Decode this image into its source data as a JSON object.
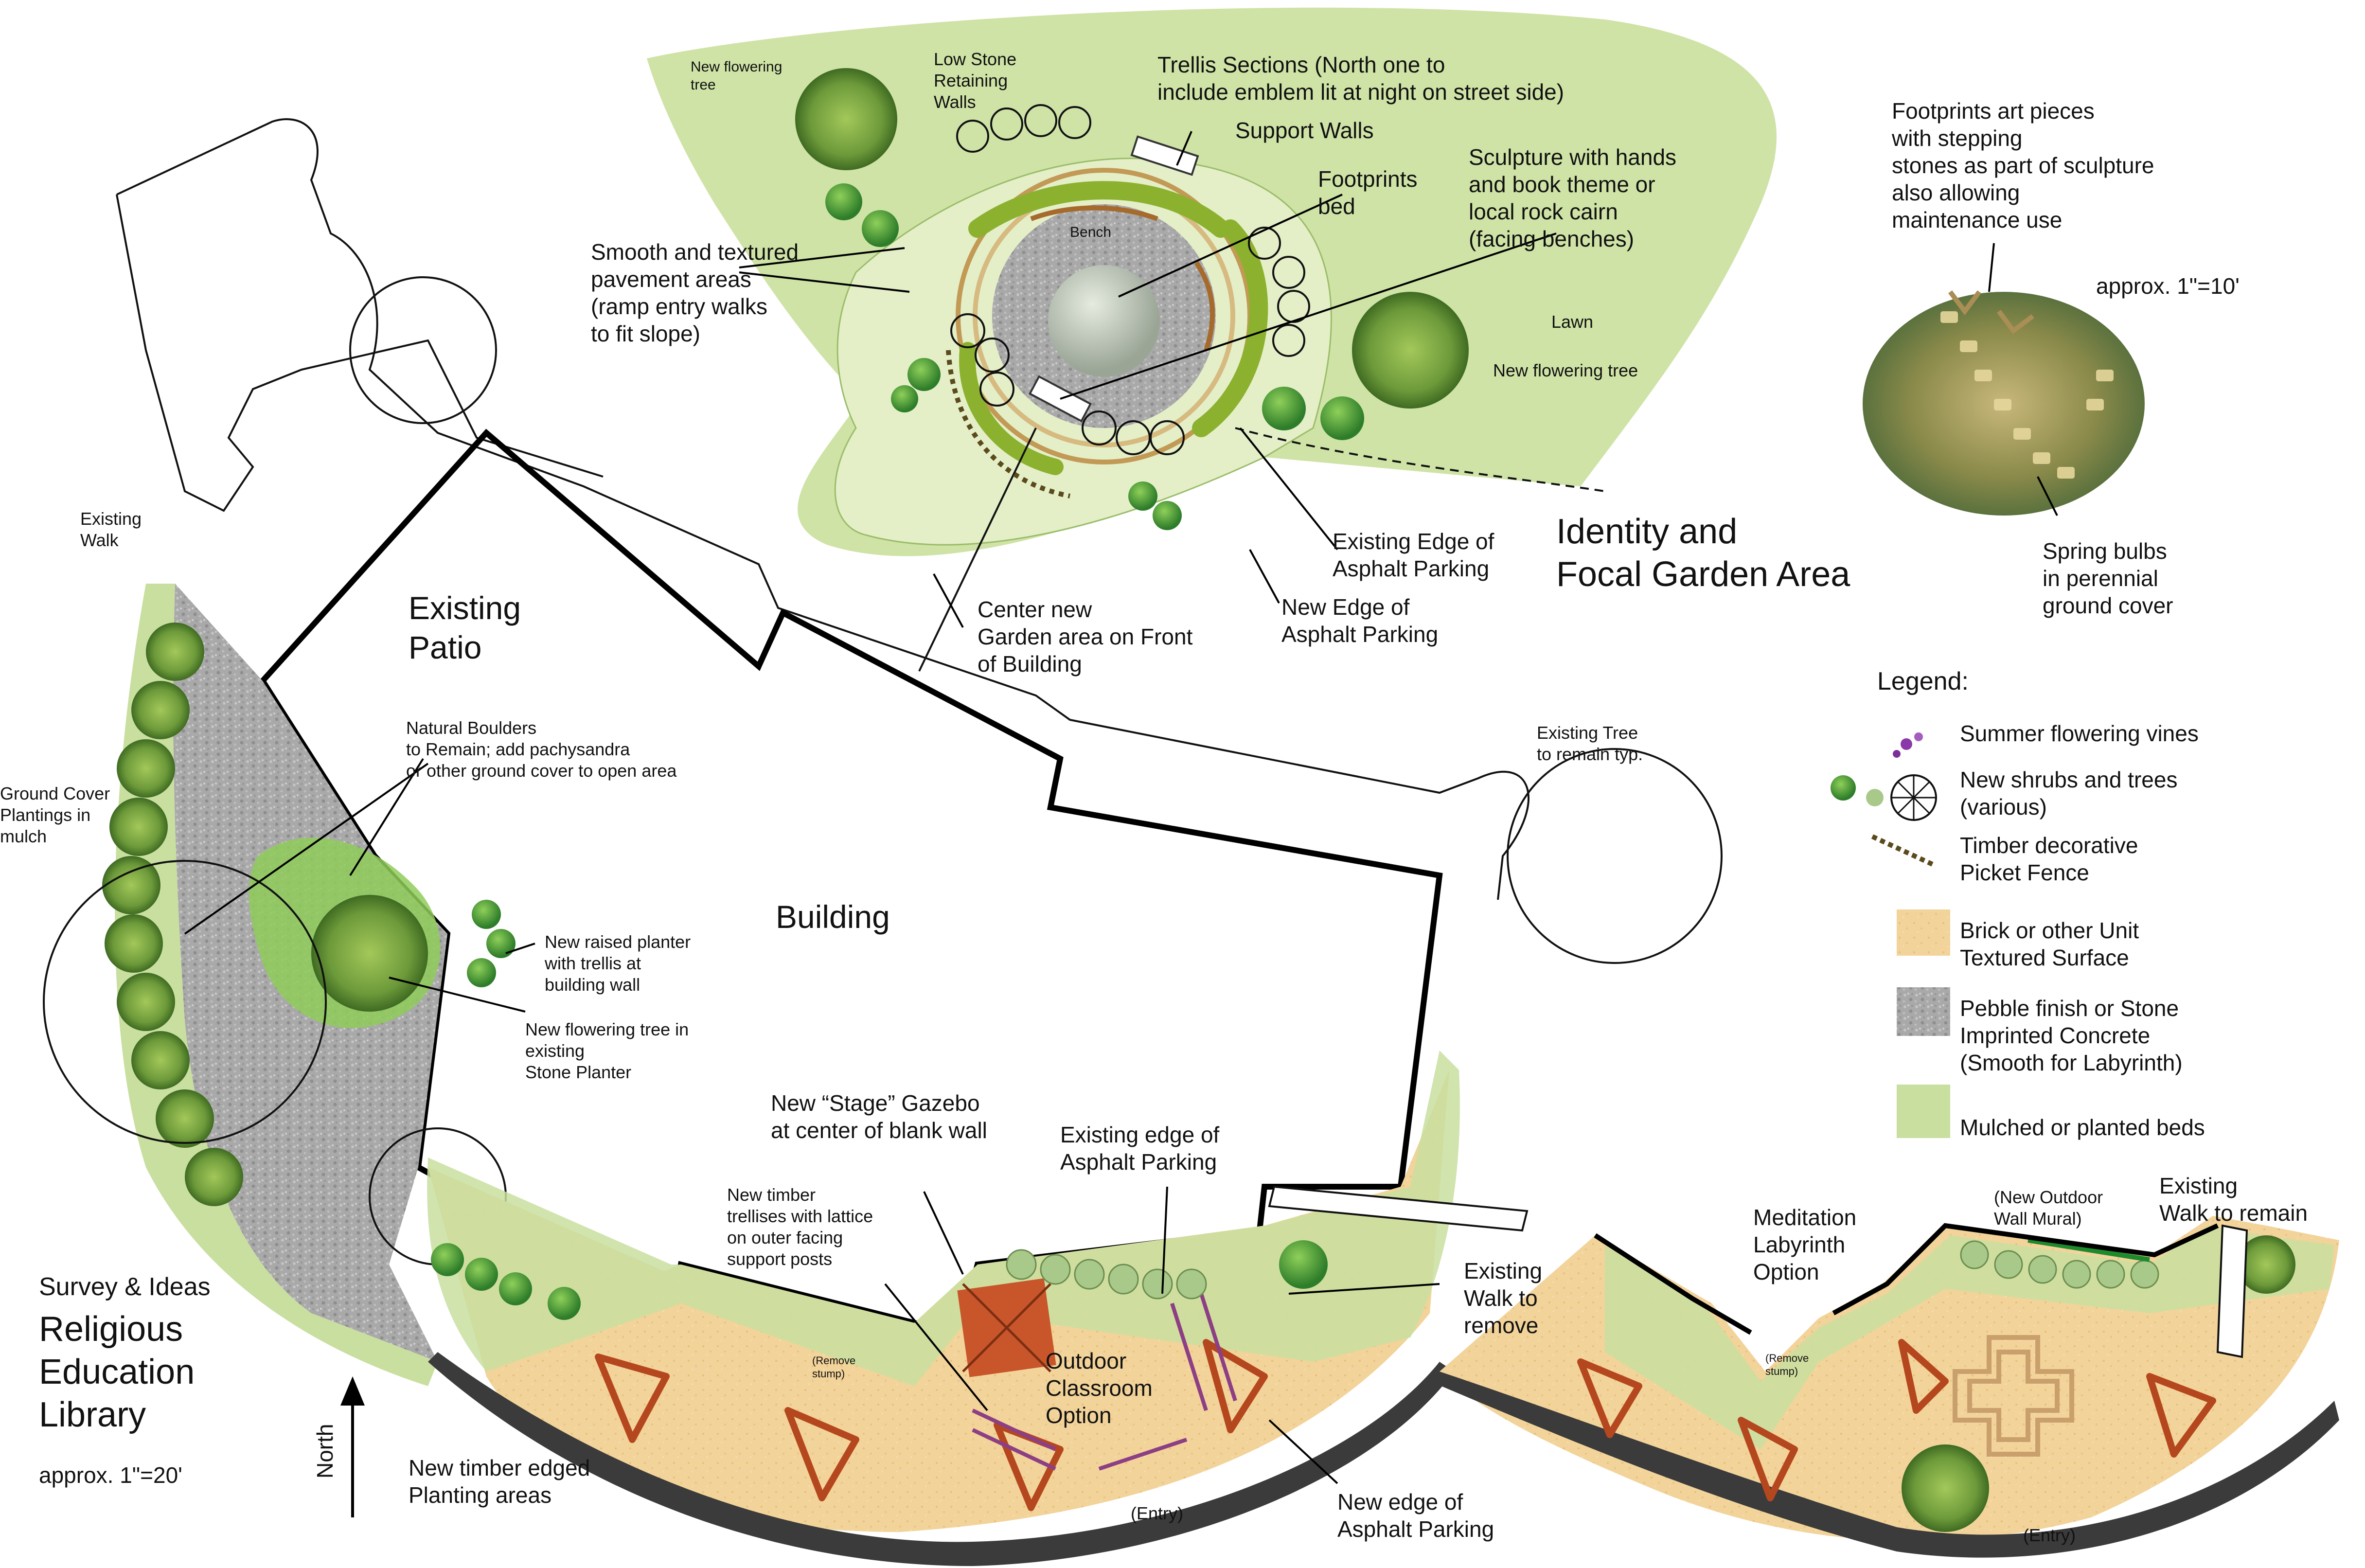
{
  "colors": {
    "lawn": "#cfe3a6",
    "mulched_beds": "#c9dfa0",
    "bed_light": "#e4efc8",
    "pebble_concrete": "#a9a9a9",
    "brick_surface": "#f2d39a",
    "building_outline": "#000000",
    "timber": "#b5471f",
    "vines": "#9a4ab8"
  },
  "legend": {
    "title": "Legend:",
    "items": [
      {
        "label": "Summer flowering vines",
        "icon": "vine-flower-icon"
      },
      {
        "label": "New shrubs and trees\n(various)",
        "icon": "shrub-tree-icon"
      },
      {
        "label": "Timber decorative\nPicket Fence",
        "icon": "picket-fence-icon"
      },
      {
        "label": "Brick or other Unit\nTextured Surface",
        "icon": "brick-swatch"
      },
      {
        "label": "Pebble finish or Stone\nImprinted Concrete\n(Smooth for Labyrinth)",
        "icon": "pebble-swatch"
      },
      {
        "label": "Mulched or planted beds",
        "icon": "mulch-swatch"
      }
    ]
  },
  "title_block": {
    "line1": "Survey & Ideas",
    "line2": "Religious\nEducation\nLibrary",
    "scale": "approx. 1\"=20'",
    "north": "North"
  },
  "focal_garden": {
    "title": "Identity and\nFocal Garden Area",
    "labels": {
      "new_flowering_tree_left": "New flowering\ntree",
      "low_stone_walls": "Low Stone\nRetaining\nWalls",
      "trellis_sections": "Trellis Sections (North one to\ninclude emblem lit at night on street side)",
      "support_walls": "Support Walls",
      "footprints_bed": "Footprints\nbed",
      "sculpture": "Sculpture with hands\nand book theme or\nlocal rock cairn\n(facing benches)",
      "smooth_textured": "Smooth and textured\npavement areas\n(ramp entry walks\nto fit slope)",
      "bench": "Bench",
      "lawn": "Lawn",
      "new_flowering_tree_right": "New flowering tree",
      "existing_edge_asphalt": "Existing Edge of\nAsphalt Parking",
      "new_edge_asphalt": "New Edge of\nAsphalt Parking",
      "center_new_garden": "Center new\nGarden area on Front\nof Building"
    }
  },
  "footprints_detail": {
    "note": "Footprints art pieces\nwith stepping\nstones as part of sculpture\nalso allowing\nmaintenance use",
    "scale": "approx. 1\"=10'",
    "spring_bulbs": "Spring bulbs\nin perennial\nground cover"
  },
  "site_labels": {
    "existing_walk": "Existing\nWalk",
    "existing_patio": "Existing\nPatio",
    "building": "Building",
    "natural_boulders": "Natural Boulders\nto Remain; add pachysandra\nor other ground cover to open area",
    "ground_cover": "Ground Cover\nPlantings in\nmulch",
    "raised_planter": "New raised planter\nwith trellis at\nbuilding wall",
    "flowering_tree_planter": "New flowering tree in\nexisting\nStone Planter",
    "existing_tree": "Existing Tree\nto remain typ.",
    "stage_gazebo": "New “Stage” Gazebo\nat center of blank wall",
    "existing_edge_parking": "Existing edge of\nAsphalt Parking",
    "timber_trellises": "New timber\ntrellises with lattice\non outer facing\nsupport posts",
    "remove_stump": "(Remove\nstump)",
    "outdoor_classroom": "Outdoor\nClassroom\nOption",
    "existing_walk_remove": "Existing\nWalk to\nremove",
    "timber_planting": "New timber edged\nPlanting areas",
    "entry": "(Entry)",
    "new_edge_parking": "New edge of\nAsphalt Parking"
  },
  "labyrinth": {
    "title": "Meditation\nLabyrinth\nOption",
    "mural": "(New Outdoor\nWall Mural)",
    "walk_remain": "Existing\nWalk  to remain",
    "remove_stump": "(Remove\nstump)",
    "entry": "(Entry)"
  }
}
